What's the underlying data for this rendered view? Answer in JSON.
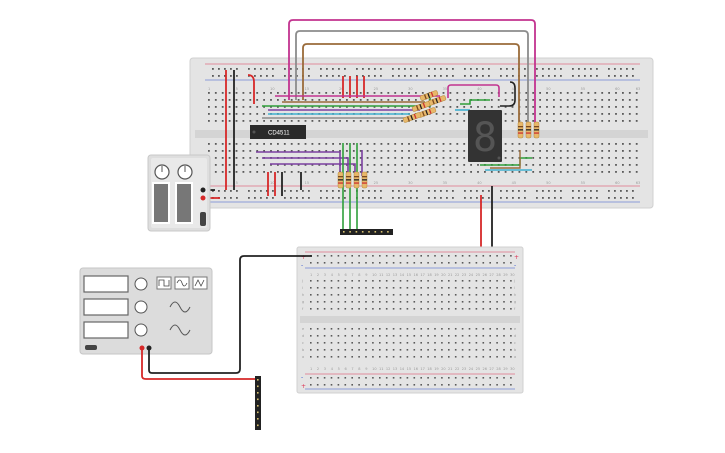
{
  "circuit": {
    "chip": {
      "label": "CD4511"
    },
    "display": {
      "digit": "8"
    },
    "breadboard_top": {
      "column_numbers": [
        "1",
        "5",
        "10",
        "15",
        "20",
        "25",
        "30",
        "35",
        "40",
        "45",
        "50",
        "55",
        "60",
        "63"
      ],
      "row_letters": [
        "j",
        "i",
        "h",
        "g",
        "f",
        "e",
        "d",
        "c",
        "b",
        "a"
      ]
    },
    "breadboard_small": {
      "column_numbers": [
        "1",
        "2",
        "3",
        "4",
        "5",
        "6",
        "7",
        "8",
        "9",
        "10",
        "11",
        "12",
        "13",
        "14",
        "15",
        "16",
        "17",
        "18",
        "19",
        "20",
        "21",
        "22",
        "23",
        "24",
        "25",
        "26",
        "27",
        "28",
        "29",
        "30"
      ],
      "row_letters_top": [
        "j",
        "i",
        "h",
        "g",
        "f"
      ],
      "row_letters_bottom": [
        "e",
        "d",
        "c",
        "b",
        "a"
      ],
      "rail_plus": "+",
      "rail_minus": "-"
    },
    "colors": {
      "wire_red": "#d62828",
      "wire_black": "#222222",
      "wire_green": "#2e9e3a",
      "wire_purple": "#7b3fa0",
      "wire_magenta": "#c2338f",
      "wire_brown": "#9a6b3a",
      "wire_gray": "#8c8c8c",
      "wire_cyan": "#3fb0d0",
      "breadboard": "#e6e6e6",
      "resistor": "#e8b86a"
    }
  }
}
